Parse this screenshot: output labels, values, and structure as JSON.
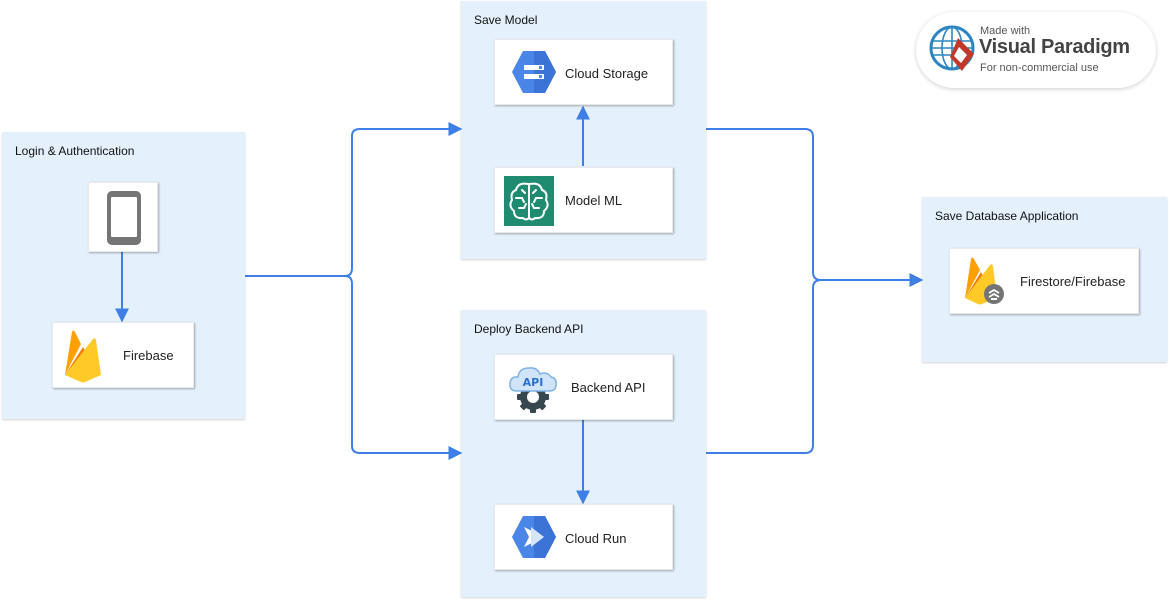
{
  "colors": {
    "group_bg": "#e4f0fb",
    "connector": "#3d7fe6",
    "gcp_blue": "#4a86e8",
    "firebase_yellow": "#ffca28",
    "firebase_orange": "#f57c00",
    "ml_green": "#1a7f64"
  },
  "groups": {
    "login": {
      "label": "Login & Authentication"
    },
    "save_model": {
      "label": "Save Model"
    },
    "deploy_backend": {
      "label": "Deploy Backend API"
    },
    "save_db": {
      "label": "Save Database Application"
    }
  },
  "nodes": {
    "phone": {
      "label": "",
      "icon": "phone-icon"
    },
    "firebase": {
      "label": "Firebase",
      "icon": "firebase-icon"
    },
    "cloud_storage": {
      "label": "Cloud Storage",
      "icon": "cloud-storage-icon"
    },
    "model_ml": {
      "label": "Model ML",
      "icon": "ml-brain-icon"
    },
    "backend_api": {
      "label": "Backend API",
      "icon": "api-gear-icon"
    },
    "cloud_run": {
      "label": "Cloud Run",
      "icon": "cloud-run-icon"
    },
    "firestore": {
      "label": "Firestore/Firebase",
      "icon": "firestore-icon"
    }
  },
  "edges": [
    {
      "from": "phone",
      "to": "firebase"
    },
    {
      "from": "login",
      "to": "save_model"
    },
    {
      "from": "login",
      "to": "deploy_backend"
    },
    {
      "from": "model_ml",
      "to": "cloud_storage"
    },
    {
      "from": "backend_api",
      "to": "cloud_run"
    },
    {
      "from": "save_model",
      "to": "save_db"
    },
    {
      "from": "deploy_backend",
      "to": "save_db"
    }
  ],
  "badge": {
    "made_with": "Made with",
    "name": "Visual Paradigm",
    "note": "For non-commercial use"
  }
}
